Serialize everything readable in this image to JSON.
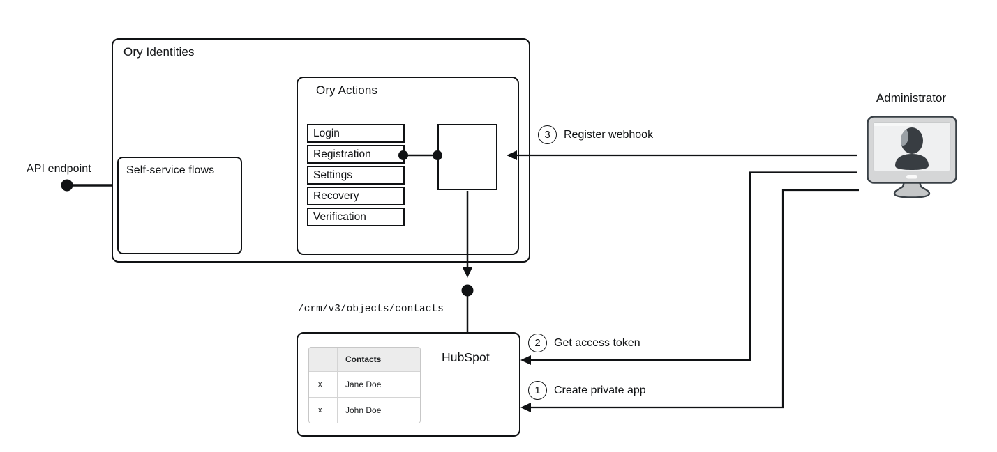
{
  "diagram": {
    "ory_identities": {
      "title": "Ory Identities"
    },
    "self_service_flows": {
      "title": "Self-service flows"
    },
    "api_endpoint": {
      "label": "API endpoint"
    },
    "ory_actions": {
      "title": "Ory Actions",
      "flows": [
        "Login",
        "Registration",
        "Settings",
        "Recovery",
        "Verification"
      ]
    },
    "administrator": {
      "label": "Administrator"
    },
    "hubspot": {
      "title": "HubSpot",
      "endpoint_path": "/crm/v3/objects/contacts",
      "table": {
        "header": [
          "",
          "Contacts"
        ],
        "rows": [
          [
            "x",
            "Jane Doe"
          ],
          [
            "x",
            "John Doe"
          ]
        ]
      }
    },
    "steps": [
      {
        "number": "1",
        "label": "Create private app"
      },
      {
        "number": "2",
        "label": "Get access token"
      },
      {
        "number": "3",
        "label": "Register webhook"
      }
    ],
    "colors": {
      "line": "#101214",
      "monitor_frame": "#d5d6d7",
      "monitor_screen": "#eff0f1",
      "person": "#383d42",
      "person_highlight": "#9aa0a5",
      "stand": "#c5c7c8",
      "table_header_bg": "#ececec"
    }
  }
}
